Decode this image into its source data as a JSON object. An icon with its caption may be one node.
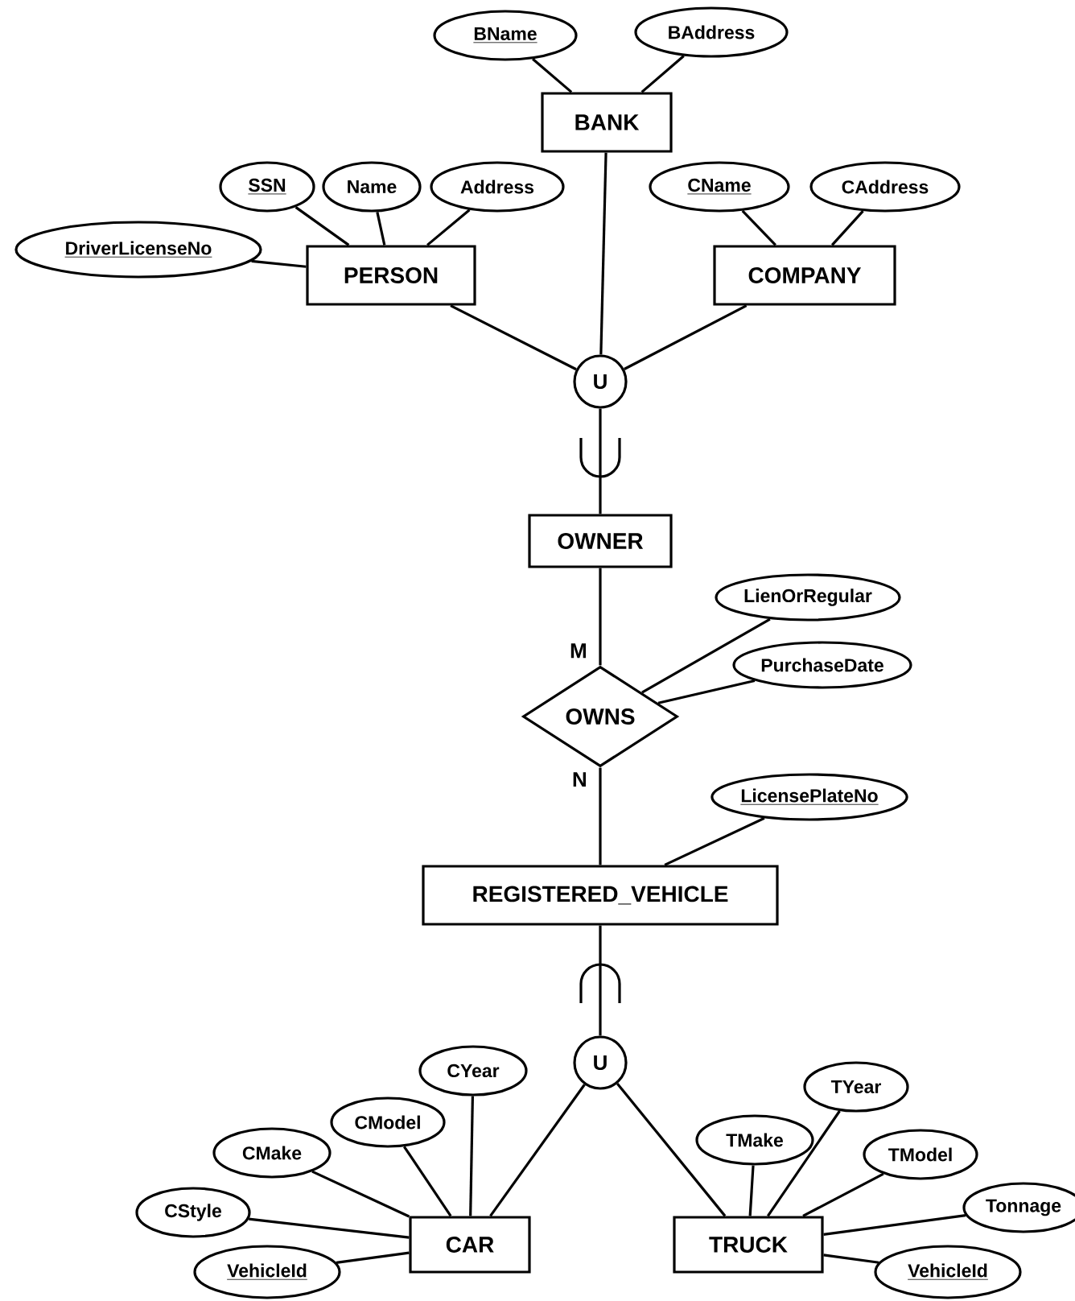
{
  "diagram": {
    "nodes": [
      {
        "text": [
          "BName"
        ]
      },
      {
        "text": [
          "BAddress"
        ]
      },
      {
        "text": [
          "BANK"
        ]
      },
      {
        "text": [
          "SSN"
        ]
      },
      {
        "text": [
          "Name"
        ]
      },
      {
        "text": [
          "Address"
        ]
      },
      {
        "text": [
          "DriverLicenseNo"
        ]
      },
      {
        "text": [
          "PERSON"
        ]
      },
      {
        "text": [
          "CName"
        ]
      },
      {
        "text": [
          "CAddress"
        ]
      },
      {
        "text": [
          "COMPANY"
        ]
      },
      {
        "text": [
          "U"
        ]
      },
      {
        "text": [
          "OWNER"
        ]
      },
      {
        "text": [
          "OWNS"
        ]
      },
      {
        "text": [
          "LienOrRegular"
        ]
      },
      {
        "text": [
          "PurchaseDate"
        ]
      },
      {
        "text": [
          "LicensePlateNo"
        ]
      },
      {
        "text": [
          "REGISTERED_VEHICLE"
        ]
      },
      {
        "text": [
          "U"
        ]
      },
      {
        "text": [
          "CYear"
        ]
      },
      {
        "text": [
          "CModel"
        ]
      },
      {
        "text": [
          "CMake"
        ]
      },
      {
        "text": [
          "CStyle"
        ]
      },
      {
        "text": [
          "VehicleId"
        ]
      },
      {
        "text": [
          "CAR"
        ]
      },
      {
        "text": [
          "TMake"
        ]
      },
      {
        "text": [
          "TYear"
        ]
      },
      {
        "text": [
          "TModel"
        ]
      },
      {
        "text": [
          "Tonnage"
        ]
      },
      {
        "text": [
          "TRUCK"
        ]
      },
      {
        "text": [
          "VehicleId"
        ]
      }
    ],
    "edges": [
      {
        "from": 0,
        "to": 2,
        "arrow": "none"
      },
      {
        "from": 1,
        "to": 2,
        "arrow": "none"
      },
      {
        "from": 3,
        "to": 7,
        "arrow": "none"
      },
      {
        "from": 4,
        "to": 7,
        "arrow": "none"
      },
      {
        "from": 5,
        "to": 7,
        "arrow": "none"
      },
      {
        "from": 6,
        "to": 7,
        "arrow": "none"
      },
      {
        "from": 8,
        "to": 10,
        "arrow": "none"
      },
      {
        "from": 9,
        "to": 10,
        "arrow": "none"
      },
      {
        "from": 7,
        "to": 11,
        "arrow": "none"
      },
      {
        "from": 2,
        "to": 11,
        "arrow": "none"
      },
      {
        "from": 10,
        "to": 11,
        "arrow": "none"
      },
      {
        "from": 11,
        "to": 12,
        "arrow": "none"
      },
      {
        "from": 12,
        "to": 13,
        "arrow": "none",
        "label": "M"
      },
      {
        "from": 14,
        "to": 13,
        "arrow": "none"
      },
      {
        "from": 15,
        "to": 13,
        "arrow": "none"
      },
      {
        "from": 13,
        "to": 17,
        "arrow": "none",
        "label": "N"
      },
      {
        "from": 16,
        "to": 17,
        "arrow": "none"
      },
      {
        "from": 17,
        "to": 18,
        "arrow": "none"
      },
      {
        "from": 18,
        "to": 24,
        "arrow": "none"
      },
      {
        "from": 18,
        "to": 29,
        "arrow": "none"
      },
      {
        "from": 19,
        "to": 24,
        "arrow": "none"
      },
      {
        "from": 20,
        "to": 24,
        "arrow": "none"
      },
      {
        "from": 21,
        "to": 24,
        "arrow": "none"
      },
      {
        "from": 22,
        "to": 24,
        "arrow": "none"
      },
      {
        "from": 23,
        "to": 24,
        "arrow": "none"
      },
      {
        "from": 25,
        "to": 29,
        "arrow": "none"
      },
      {
        "from": 26,
        "to": 29,
        "arrow": "none"
      },
      {
        "from": 27,
        "to": 29,
        "arrow": "none"
      },
      {
        "from": 28,
        "to": 29,
        "arrow": "none"
      },
      {
        "from": 30,
        "to": 29,
        "arrow": "none"
      }
    ]
  }
}
